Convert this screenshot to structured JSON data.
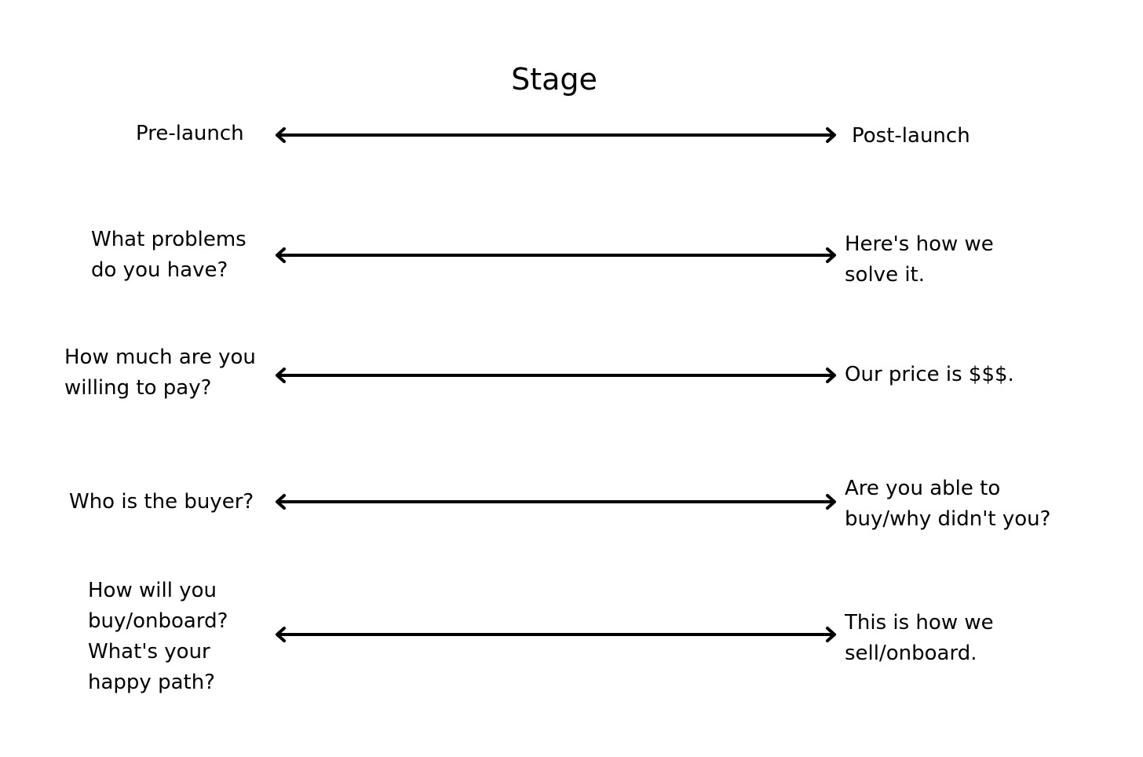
{
  "title": "Stage",
  "rows": [
    {
      "left": "Pre-launch",
      "right": "Post-launch"
    },
    {
      "left": "What problems\ndo you have?",
      "right": "Here's how we\nsolve it."
    },
    {
      "left": "How much are you\nwilling to pay?",
      "right": "Our price is $$$."
    },
    {
      "left": "Who is the buyer?",
      "right": "Are you able to\nbuy/why didn't you?"
    },
    {
      "left": "How will you\nbuy/onboard?\nWhat's your\nhappy path?",
      "right": "This is how we\nsell/onboard."
    }
  ]
}
